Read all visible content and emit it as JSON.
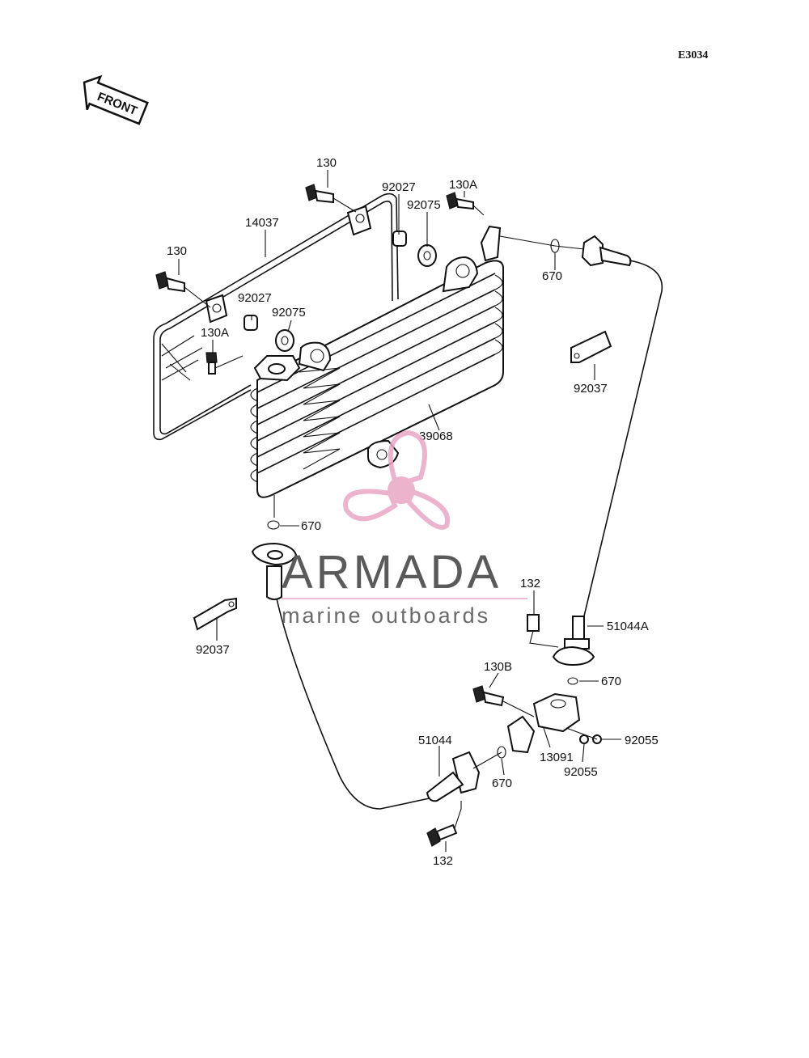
{
  "diagram_code": "E3034",
  "front_indicator": "FRONT",
  "watermark": {
    "brand": "ARMADA",
    "tagline": "marine outboards",
    "accent_color": "#e8a6c4"
  },
  "labels": {
    "l130_top": "130",
    "l92027_top": "92027",
    "l130A_top": "130A",
    "l14037": "14037",
    "l92075_top": "92075",
    "l130_left": "130",
    "l670_top": "670",
    "l92027_left": "92027",
    "l92075_left": "92075",
    "l130A_left": "130A",
    "l92037_right": "92037",
    "l39068": "39068",
    "l670_mid": "670",
    "l132_mid": "132",
    "l51044A": "51044A",
    "l92037_left": "92037",
    "l670_right": "670",
    "l130B": "130B",
    "l51044": "51044",
    "l92055_right": "92055",
    "l13091": "13091",
    "l670_bottom": "670",
    "l92055_bottom": "92055",
    "l132_bottom": "132"
  }
}
